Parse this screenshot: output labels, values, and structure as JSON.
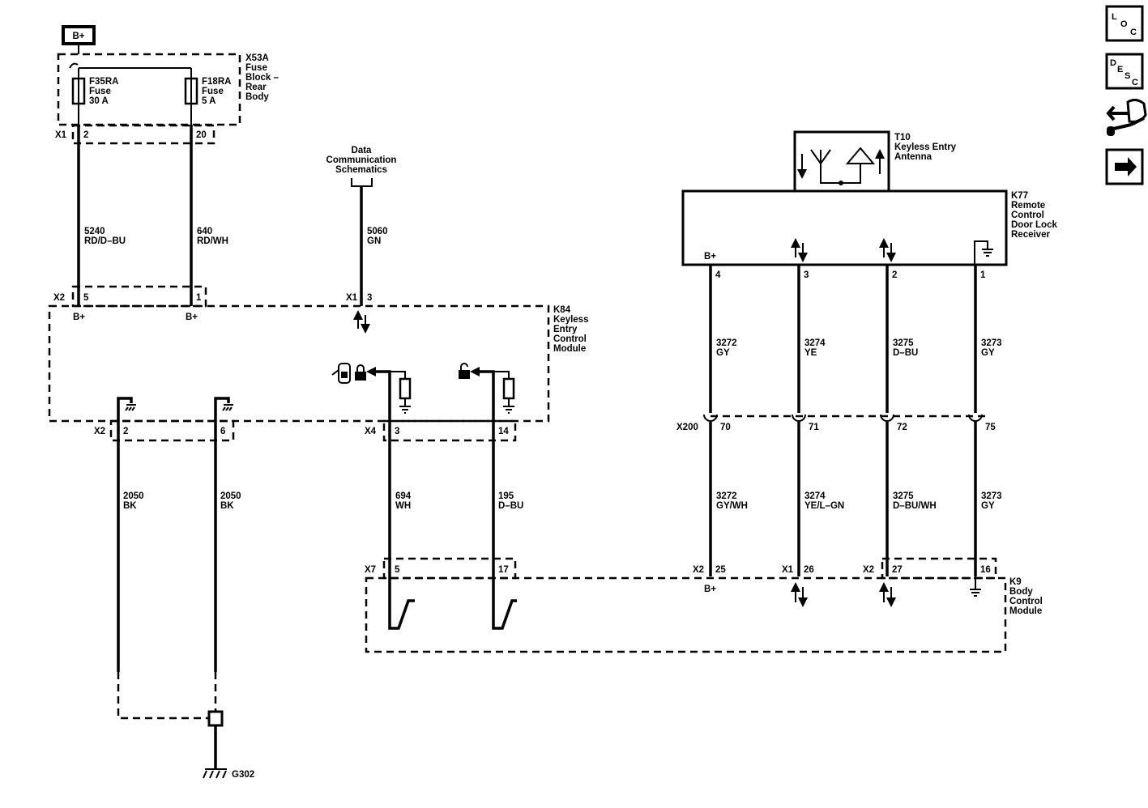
{
  "power_source": {
    "label": "B+"
  },
  "fuse_block": {
    "name": [
      "X53A",
      "Fuse",
      "Block –",
      "Rear",
      "Body"
    ],
    "connector": "X1",
    "fuses": [
      {
        "lines": [
          "F35RA",
          "Fuse",
          "30 A"
        ],
        "pin": "2"
      },
      {
        "lines": [
          "F18RA",
          "Fuse",
          "5 A"
        ],
        "pin": "20"
      }
    ]
  },
  "data_comm": {
    "lines": [
      "Data",
      "Communication",
      "Schematics"
    ]
  },
  "wires_top": [
    {
      "circuit": "5240",
      "color": "RD/D–BU"
    },
    {
      "circuit": "640",
      "color": "RD/WH"
    },
    {
      "circuit": "5060",
      "color": "GN"
    }
  ],
  "keyless_module": {
    "name": [
      "K84",
      "Keyless",
      "Entry",
      "Control",
      "Module"
    ],
    "x2_conn": "X2",
    "x2_pins": [
      "5",
      "1"
    ],
    "bplus": [
      "B+",
      "B+"
    ],
    "x1_conn": "X1",
    "x1_pin": "3",
    "bottom_x2_conn": "X2",
    "bottom_x2_pins": [
      "2",
      "6"
    ],
    "x4_conn": "X4",
    "x4_pins": [
      "3",
      "14"
    ]
  },
  "wires_mid": [
    {
      "circuit": "2050",
      "color": "BK"
    },
    {
      "circuit": "2050",
      "color": "BK"
    },
    {
      "circuit": "694",
      "color": "WH"
    },
    {
      "circuit": "195",
      "color": "D–BU"
    }
  ],
  "ground": {
    "label": "G302"
  },
  "antenna": {
    "name": [
      "T10",
      "Keyless Entry",
      "Antenna"
    ]
  },
  "receiver": {
    "name": [
      "K77",
      "Remote",
      "Control",
      "Door Lock",
      "Receiver"
    ],
    "bplus": "B+",
    "pins": [
      "4",
      "3",
      "2",
      "1"
    ]
  },
  "wires_receiver": [
    {
      "circuit": "3272",
      "color": "GY"
    },
    {
      "circuit": "3274",
      "color": "YE"
    },
    {
      "circuit": "3275",
      "color": "D–BU"
    },
    {
      "circuit": "3273",
      "color": "GY"
    }
  ],
  "inline_connector": {
    "name": "X200",
    "pins": [
      "70",
      "71",
      "72",
      "75"
    ]
  },
  "wires_lower": [
    {
      "circuit": "3272",
      "color": "GY/WH"
    },
    {
      "circuit": "3274",
      "color": "YE/L–GN"
    },
    {
      "circuit": "3275",
      "color": "D–BU/WH"
    },
    {
      "circuit": "3273",
      "color": "GY"
    }
  ],
  "bcm": {
    "name": [
      "K9",
      "Body",
      "Control",
      "Module"
    ],
    "x7_conn": "X7",
    "x7_pins": [
      "5",
      "17"
    ],
    "conns": [
      "X2",
      "X1",
      "X2",
      ""
    ],
    "pins": [
      "25",
      "26",
      "27",
      "16"
    ],
    "bplus": "B+"
  },
  "nav": {
    "loc": {
      "a": "L",
      "b": "O",
      "c": "C"
    },
    "desc": {
      "a": "D",
      "b": "E",
      "c": "S",
      "d": "C"
    },
    "connector_icon": "connector-icon",
    "next_icon": "arrow-right-icon"
  }
}
